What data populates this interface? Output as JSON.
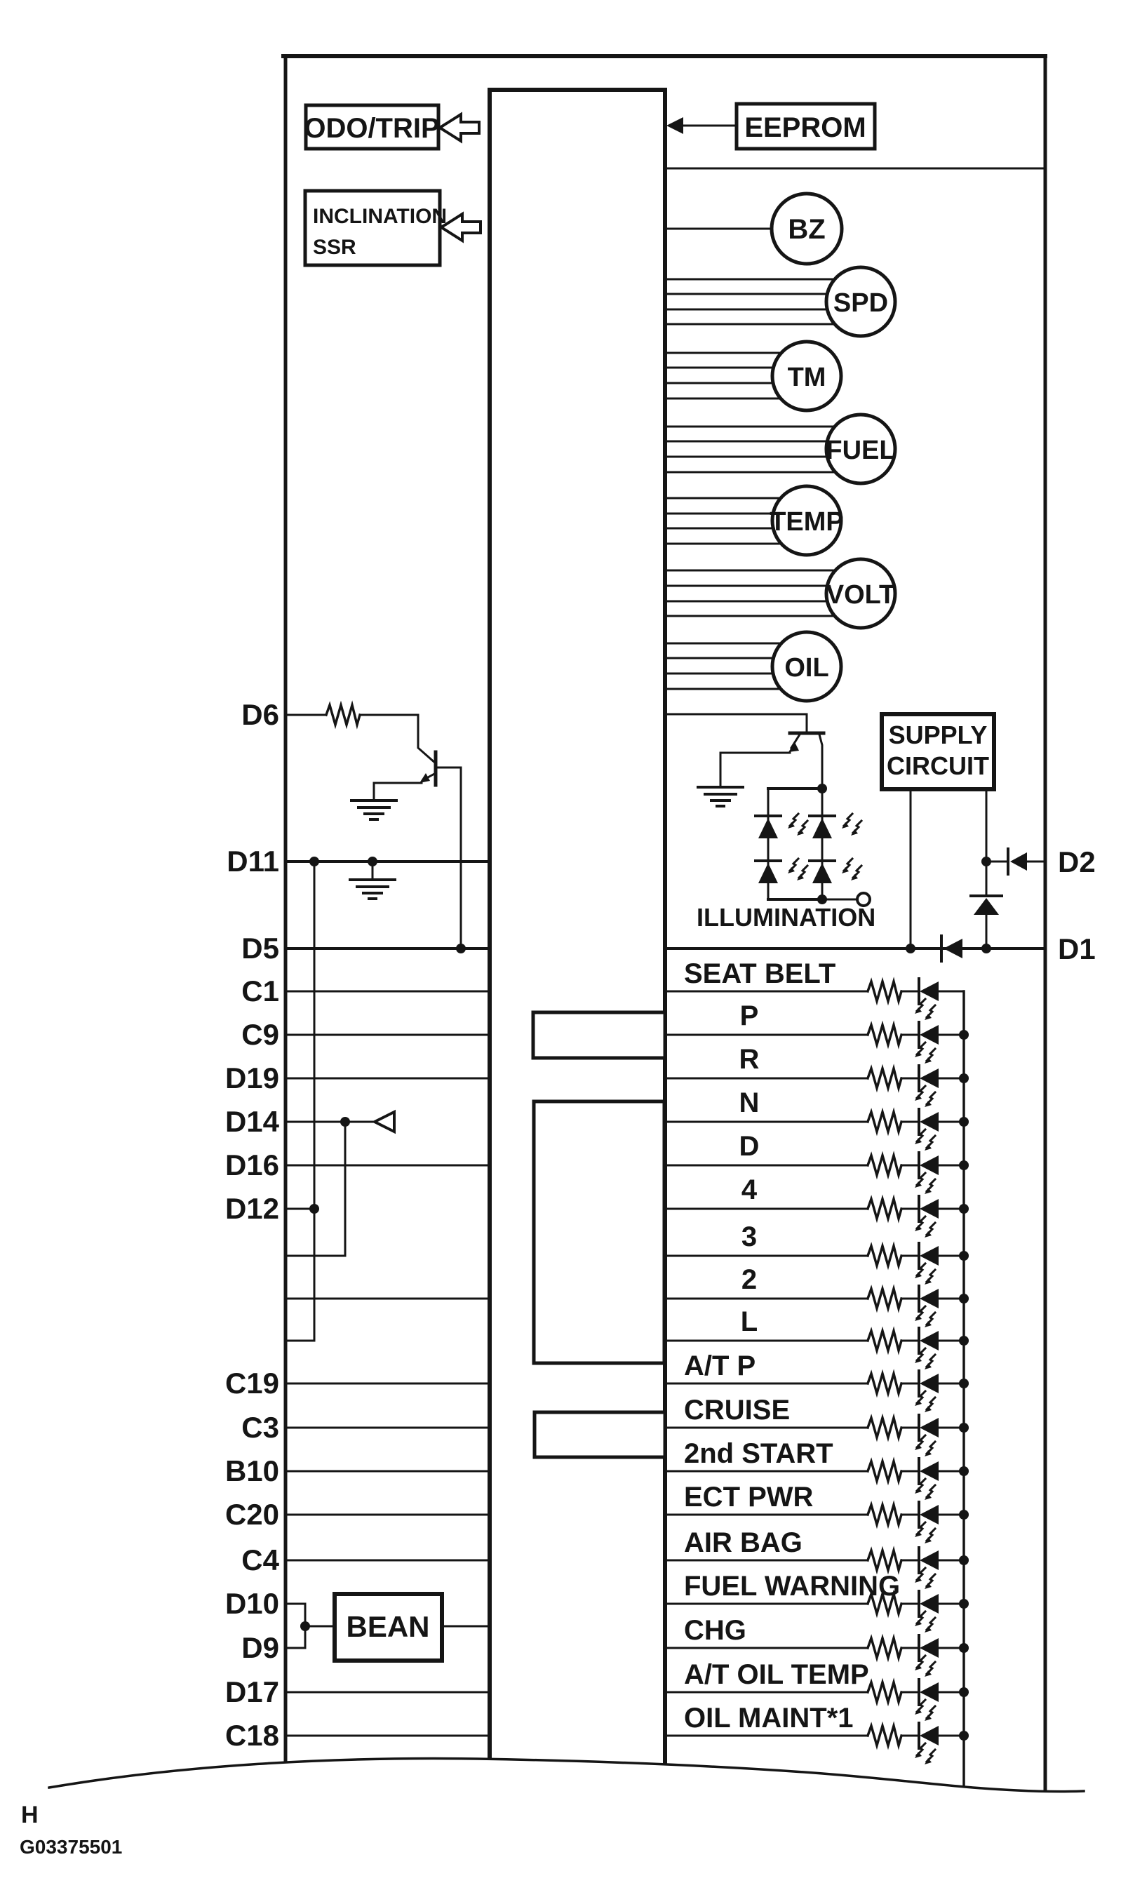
{
  "colors": {
    "ink": "#151515",
    "paper": "#ffffff"
  },
  "footer": {
    "page_letter": "H",
    "figure_code": "G03375501"
  },
  "boxes": {
    "odo_trip": "ODO/TRIP",
    "inclination_line1": "INCLINATION",
    "inclination_line2": "SSR",
    "eeprom": "EEPROM",
    "supply_line1": "SUPPLY",
    "supply_line2": "CIRCUIT",
    "bean": "BEAN"
  },
  "labels": {
    "illumination": "ILLUMINATION"
  },
  "gauges": [
    "BZ",
    "SPD",
    "TM",
    "FUEL",
    "TEMP",
    "VOLT",
    "OIL"
  ],
  "left_pins": [
    "D6",
    "D11",
    "D5",
    "C1",
    "C9",
    "D19",
    "D14",
    "D16",
    "D12",
    "C19",
    "C3",
    "B10",
    "C20",
    "C4",
    "D10",
    "D9",
    "D17",
    "C18"
  ],
  "right_pins": [
    "D2",
    "D1"
  ],
  "indicators": [
    "SEAT BELT",
    "P",
    "R",
    "N",
    "D",
    "4",
    "3",
    "2",
    "L",
    "A/T P",
    "CRUISE",
    "2nd START",
    "ECT PWR",
    "AIR BAG",
    "FUEL WARNING",
    "CHG",
    "A/T OIL TEMP",
    "OIL MAINT*1"
  ]
}
